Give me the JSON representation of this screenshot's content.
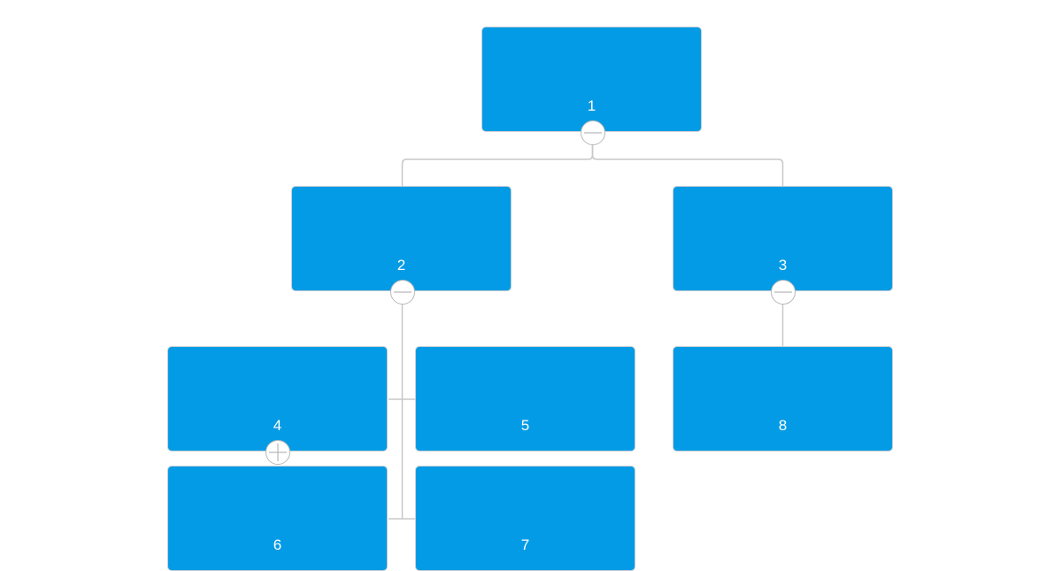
{
  "diagram": {
    "colors": {
      "node_fill": "#039be5",
      "node_border": "#c4cdd4",
      "node_text": "#ffffff",
      "connector": "#c8c8c8",
      "toggle_border": "#b9b9b9",
      "toggle_fill": "#ffffff"
    },
    "nodes": [
      {
        "id": "1",
        "label": "1"
      },
      {
        "id": "2",
        "label": "2"
      },
      {
        "id": "3",
        "label": "3"
      },
      {
        "id": "4",
        "label": "4"
      },
      {
        "id": "5",
        "label": "5"
      },
      {
        "id": "6",
        "label": "6"
      },
      {
        "id": "7",
        "label": "7"
      },
      {
        "id": "8",
        "label": "8"
      }
    ],
    "edges": [
      {
        "from": "1",
        "to": "2"
      },
      {
        "from": "1",
        "to": "3"
      },
      {
        "from": "2",
        "to": "4"
      },
      {
        "from": "2",
        "to": "5"
      },
      {
        "from": "2",
        "to": "6"
      },
      {
        "from": "2",
        "to": "7"
      },
      {
        "from": "3",
        "to": "8"
      }
    ],
    "toggles": [
      {
        "node": "1",
        "state": "collapse",
        "icon": "minus-icon"
      },
      {
        "node": "2",
        "state": "collapse",
        "icon": "minus-icon"
      },
      {
        "node": "3",
        "state": "collapse",
        "icon": "minus-icon"
      },
      {
        "node": "4",
        "state": "expand",
        "icon": "plus-icon"
      }
    ]
  }
}
